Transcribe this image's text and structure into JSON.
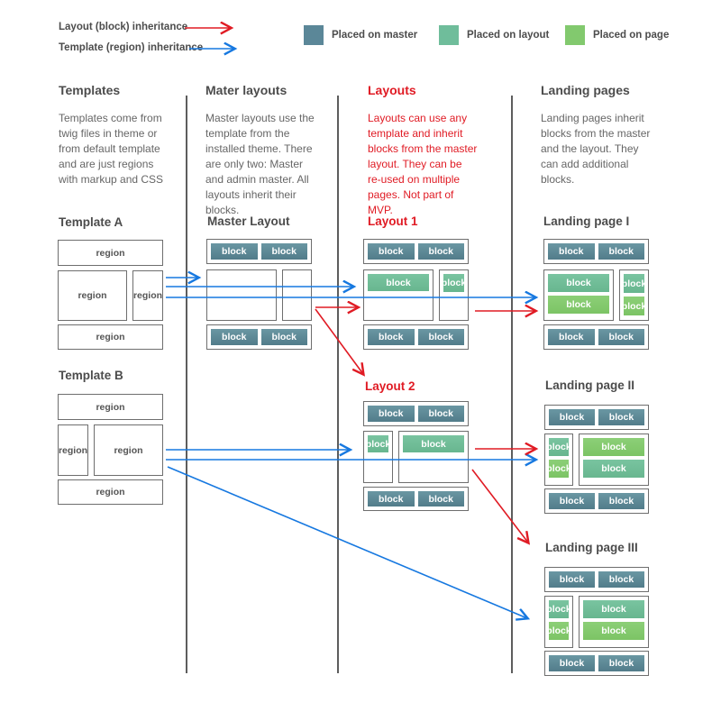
{
  "legend": {
    "arrows": [
      {
        "label": "Layout (block) inheritance",
        "color": "#e01b24"
      },
      {
        "label": "Template (region) inheritance",
        "color": "#1678e0"
      }
    ],
    "swatches": [
      {
        "label": "Placed on master",
        "color": "#5b8798"
      },
      {
        "label": "Placed on layout",
        "color": "#6fbd9b"
      },
      {
        "label": "Placed on page",
        "color": "#82c96e"
      }
    ]
  },
  "columns": {
    "templates": {
      "title": "Templates",
      "desc": "Templates come from twig files in theme or from default template and are just regions with markup and CSS"
    },
    "master_layouts": {
      "title": "Mater layouts",
      "desc": "Master layouts use the template from the installed theme. There are only two: Master and admin master. All layouts inherit their blocks."
    },
    "layouts": {
      "title": "Layouts",
      "desc": "Layouts can use any template and inherit blocks from the master layout. They can be re-used on multiple pages. Not part of MVP."
    },
    "landing_pages": {
      "title": "Landing pages",
      "desc": "Landing pages inherit blocks from the master and the layout. They can add additional blocks."
    }
  },
  "sections": {
    "template_a": "Template A",
    "template_b": "Template B",
    "master_layout": "Master Layout",
    "layout_1": "Layout 1",
    "layout_2": "Layout 2",
    "landing_1": "Landing page I",
    "landing_2": "Landing page II",
    "landing_3": "Landing page III"
  },
  "labels": {
    "region": "region",
    "block": "block"
  },
  "colors": {
    "block_master": "#5b8798",
    "block_layout": "#6fbd9b",
    "block_page": "#82c96e",
    "arrow_red": "#e01b24",
    "arrow_blue": "#1678e0",
    "divider": "#5d5d5d"
  }
}
